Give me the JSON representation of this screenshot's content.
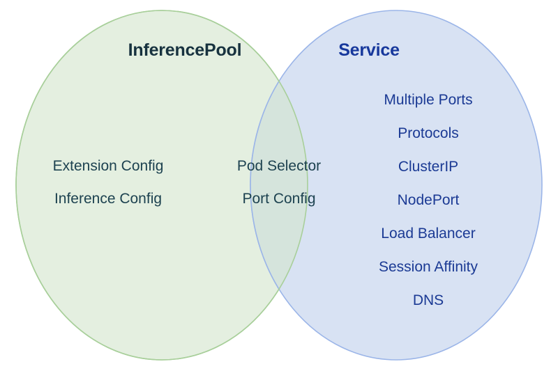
{
  "diagram": {
    "type": "venn",
    "background_color": "#ffffff",
    "sets": [
      {
        "id": "inferencepool",
        "title": "InferencePool",
        "title_color": "#17323f",
        "fill_color": "#e4efe0",
        "stroke_color": "#a8cf9a",
        "item_color": "#1d4250",
        "items": [
          "Extension Config",
          "Inference Config"
        ]
      },
      {
        "id": "service",
        "title": "Service",
        "title_color": "#17389c",
        "fill_color": "#d8e2f3",
        "stroke_color": "#9bb5e8",
        "item_color": "#1b3a94",
        "items": [
          "Multiple Ports",
          "Protocols",
          "ClusterIP",
          "NodePort",
          "Load Balancer",
          "Session Affinity",
          "DNS"
        ]
      }
    ],
    "intersection": {
      "id": "inferencepool-service-overlap",
      "fill_color": "#d5e4dc",
      "item_color": "#1d4250",
      "items": [
        "Pod Selector",
        "Port Config"
      ]
    }
  }
}
